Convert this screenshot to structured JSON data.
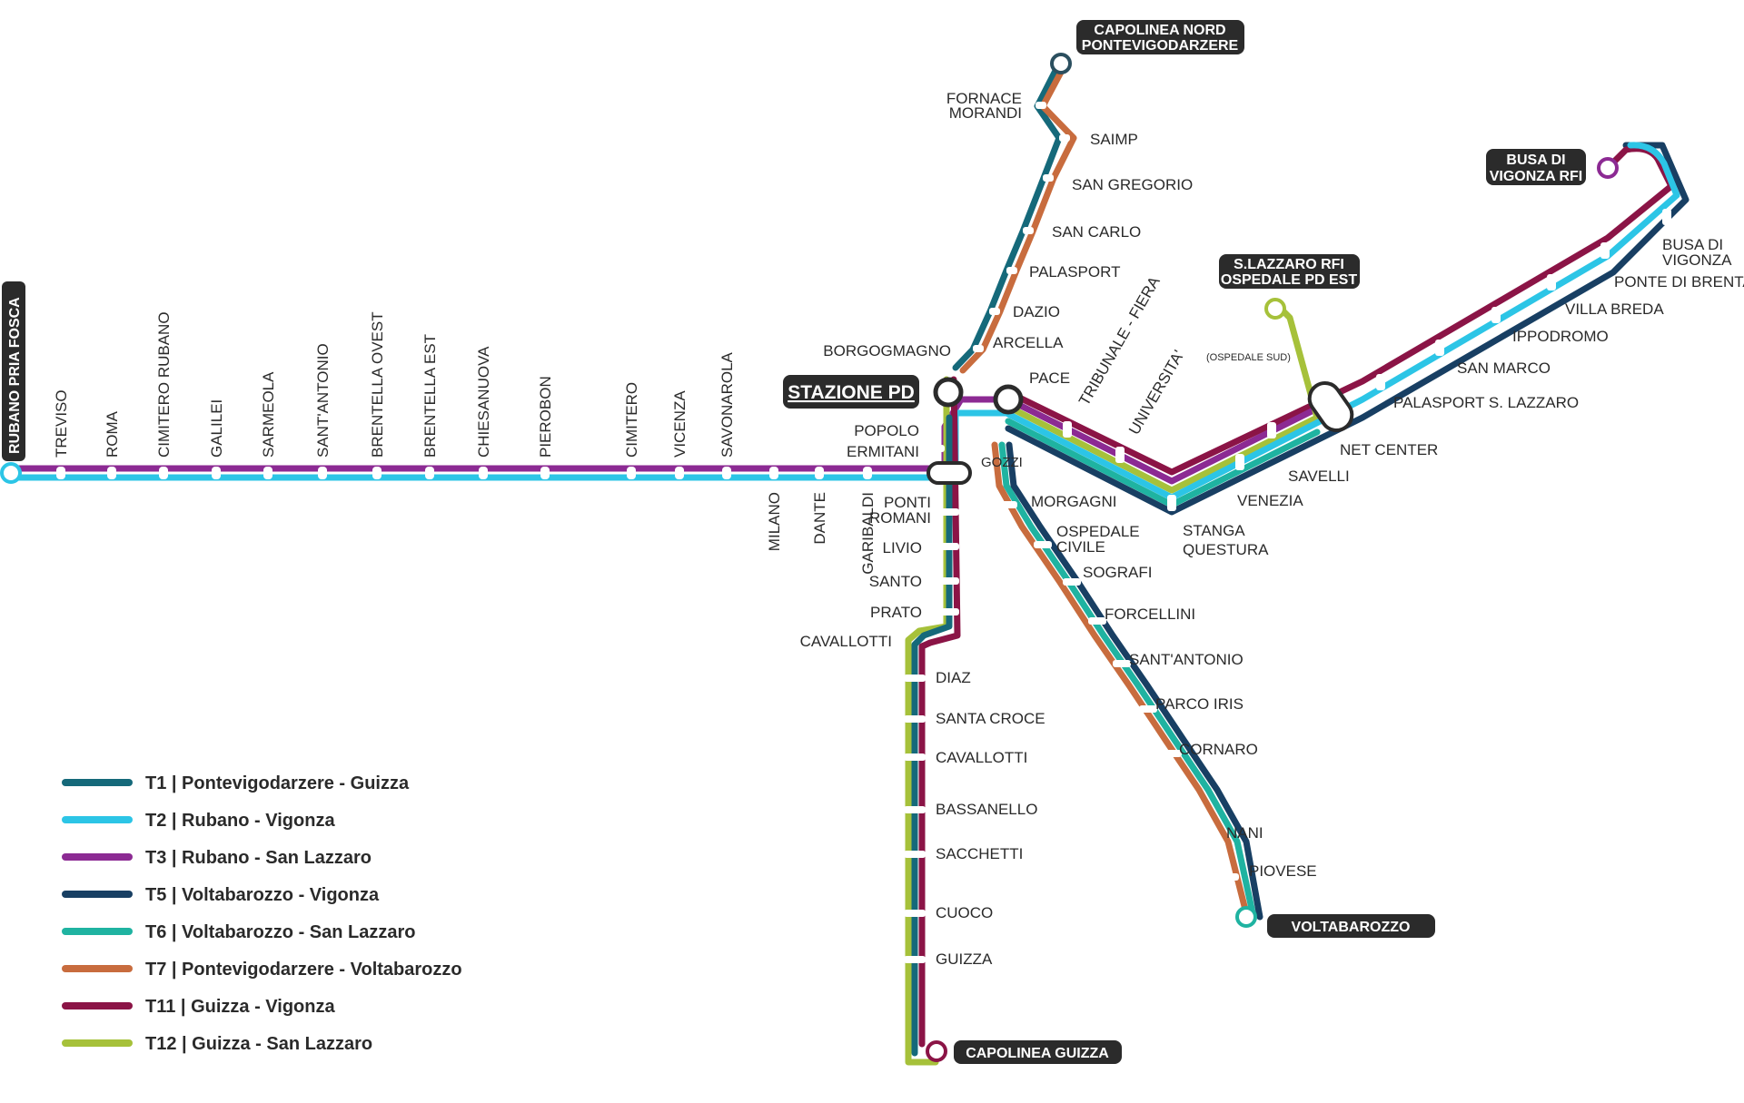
{
  "colors": {
    "T1": "#15697a",
    "T2": "#2cc5e6",
    "T3": "#8c2a93",
    "T5": "#183f63",
    "T6": "#1fb3a1",
    "T7": "#c86c3e",
    "T11": "#8b1446",
    "T12": "#a6c13a"
  },
  "legend": [
    {
      "line": "T1",
      "label": "T1 | Pontevigodarzere - Guizza"
    },
    {
      "line": "T2",
      "label": "T2 | Rubano - Vigonza"
    },
    {
      "line": "T3",
      "label": "T3 | Rubano - San Lazzaro"
    },
    {
      "line": "T5",
      "label": "T5 | Voltabarozzo - Vigonza"
    },
    {
      "line": "T6",
      "label": "T6 | Voltabarozzo - San Lazzaro"
    },
    {
      "line": "T7",
      "label": "T7 | Pontevigodarzere - Voltabarozzo"
    },
    {
      "line": "T11",
      "label": "T11 | Guizza - Vigonza"
    },
    {
      "line": "T12",
      "label": "T12 | Guizza - San Lazzaro"
    }
  ],
  "terminals": {
    "nord": [
      "CAPOLINEA NORD",
      "PONTEVIGODARZERE"
    ],
    "rubano": "RUBANO PRIA FOSCA",
    "stazione": "STAZIONE PD",
    "slazzaro": [
      "S.LAZZARO RFI",
      "OSPEDALE PD EST"
    ],
    "busa": [
      "BUSA DI",
      "VIGONZA RFI"
    ],
    "volta": "VOLTABAROZZO",
    "guizza": "CAPOLINEA GUIZZA"
  },
  "stations": {
    "north": [
      "FORNACE",
      "MORANDI",
      "SAIMP",
      "SAN GREGORIO",
      "SAN CARLO",
      "PALASPORT",
      "DAZIO",
      "ARCELLA",
      "BORGOGMAGNO"
    ],
    "west": [
      "TREVISO",
      "ROMA",
      "CIMITERO RUBANO",
      "GALILEI",
      "SARMEOLA",
      "SANT'ANTONIO",
      "BRENTELLA OVEST",
      "BRENTELLA EST",
      "CHIESANUOVA",
      "PIEROBON",
      "CIMITERO",
      "VICENZA",
      "SAVONAROLA",
      "MILANO",
      "DANTE",
      "GARIBALDI"
    ],
    "center": [
      "POPOLO",
      "ERMITANI",
      "PONTI",
      "ROMANI",
      "LIVIO",
      "SANTO",
      "PRATO",
      "CAVALLOTTI",
      "PACE",
      "GOZZI"
    ],
    "south": [
      "DIAZ",
      "SANTA CROCE",
      "CAVALLOTTI",
      "BASSANELLO",
      "SACCHETTI",
      "CUOCO",
      "GUIZZA"
    ],
    "southeast": [
      "MORGAGNI",
      "OSPEDALE",
      "CIVILE",
      "SOGRAFI",
      "FORCELLINI",
      "SANT'ANTONIO",
      "PARCO IRIS",
      "CORNARO",
      "NANI",
      "PIOVESE"
    ],
    "east": [
      "TRIBUNALE - FIERA",
      "UNIVERSITA'",
      "STANGA",
      "QUESTURA",
      "VENEZIA",
      "SAVELLI",
      "NET CENTER",
      "(OSPEDALE SUD)",
      "PALASPORT S. LAZZARO",
      "SAN MARCO",
      "IPPODROMO",
      "VILLA BREDA",
      "PONTE DI BRENTA",
      "BUSA DI",
      "VIGONZA"
    ]
  }
}
